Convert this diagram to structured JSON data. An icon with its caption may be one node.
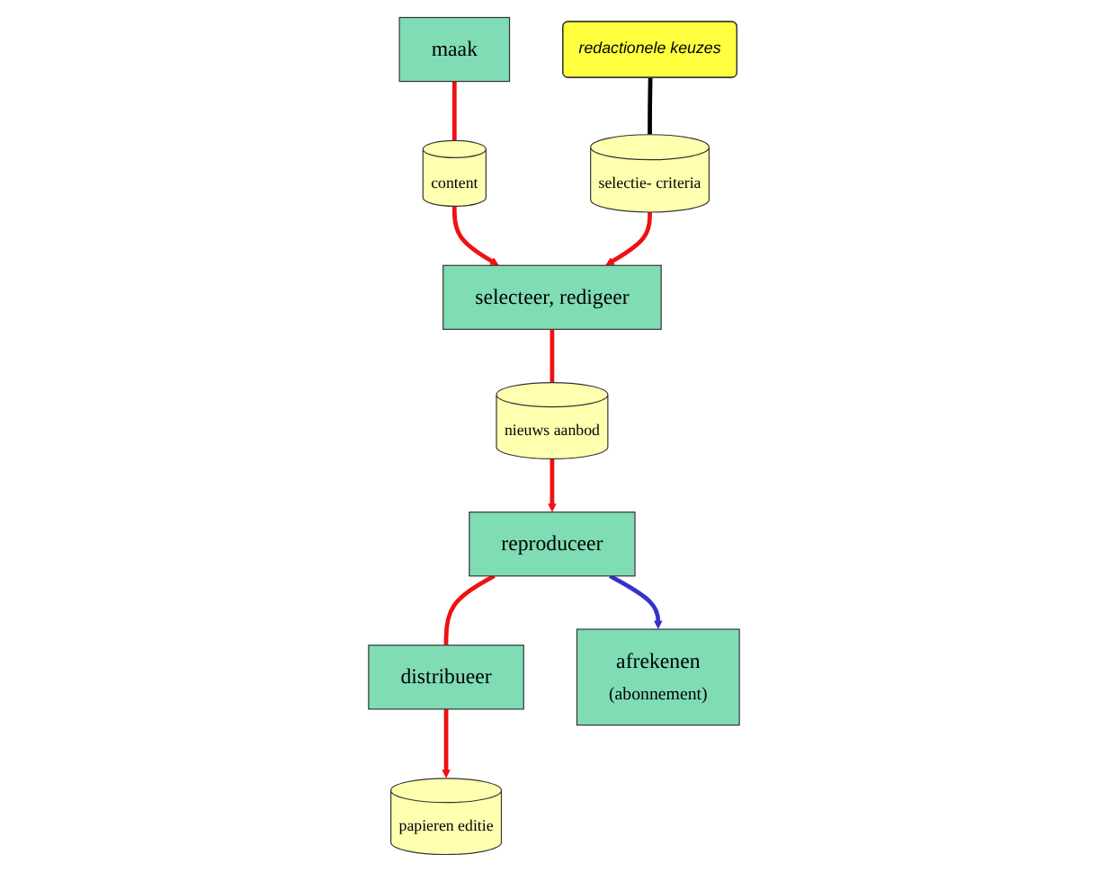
{
  "diagram": {
    "nodes": [
      {
        "text": [
          "maak"
        ]
      },
      {
        "text": [
          "content"
        ]
      },
      {
        "text": [
          "selecteer, redigeer"
        ]
      },
      {
        "text": [
          "redactionele keuzes"
        ]
      },
      {
        "text": [
          "selectie- criteria"
        ]
      },
      {
        "text": [
          "nieuws aanbod"
        ]
      },
      {
        "text": [
          "reproduceer"
        ]
      },
      {
        "text": [
          "distribueer"
        ]
      },
      {
        "text": [
          "afrekenen",
          "(abonnement)"
        ]
      },
      {
        "text": [
          "papieren editie"
        ]
      }
    ],
    "edges": [
      {
        "from": 0,
        "to": 1,
        "arrow": "none"
      },
      {
        "from": 1,
        "to": 2,
        "arrow": "to"
      },
      {
        "from": 3,
        "to": 4,
        "arrow": "none",
        "color": "#000000"
      },
      {
        "from": 4,
        "to": 2,
        "arrow": "to"
      },
      {
        "from": 2,
        "to": 5,
        "arrow": "none"
      },
      {
        "from": 5,
        "to": 6,
        "arrow": "to"
      },
      {
        "from": 6,
        "to": 8,
        "arrow": "to",
        "color": "#3333cc"
      },
      {
        "from": 6,
        "to": 7,
        "arrow": "none"
      },
      {
        "from": 7,
        "to": 9,
        "arrow": "to"
      }
    ]
  }
}
